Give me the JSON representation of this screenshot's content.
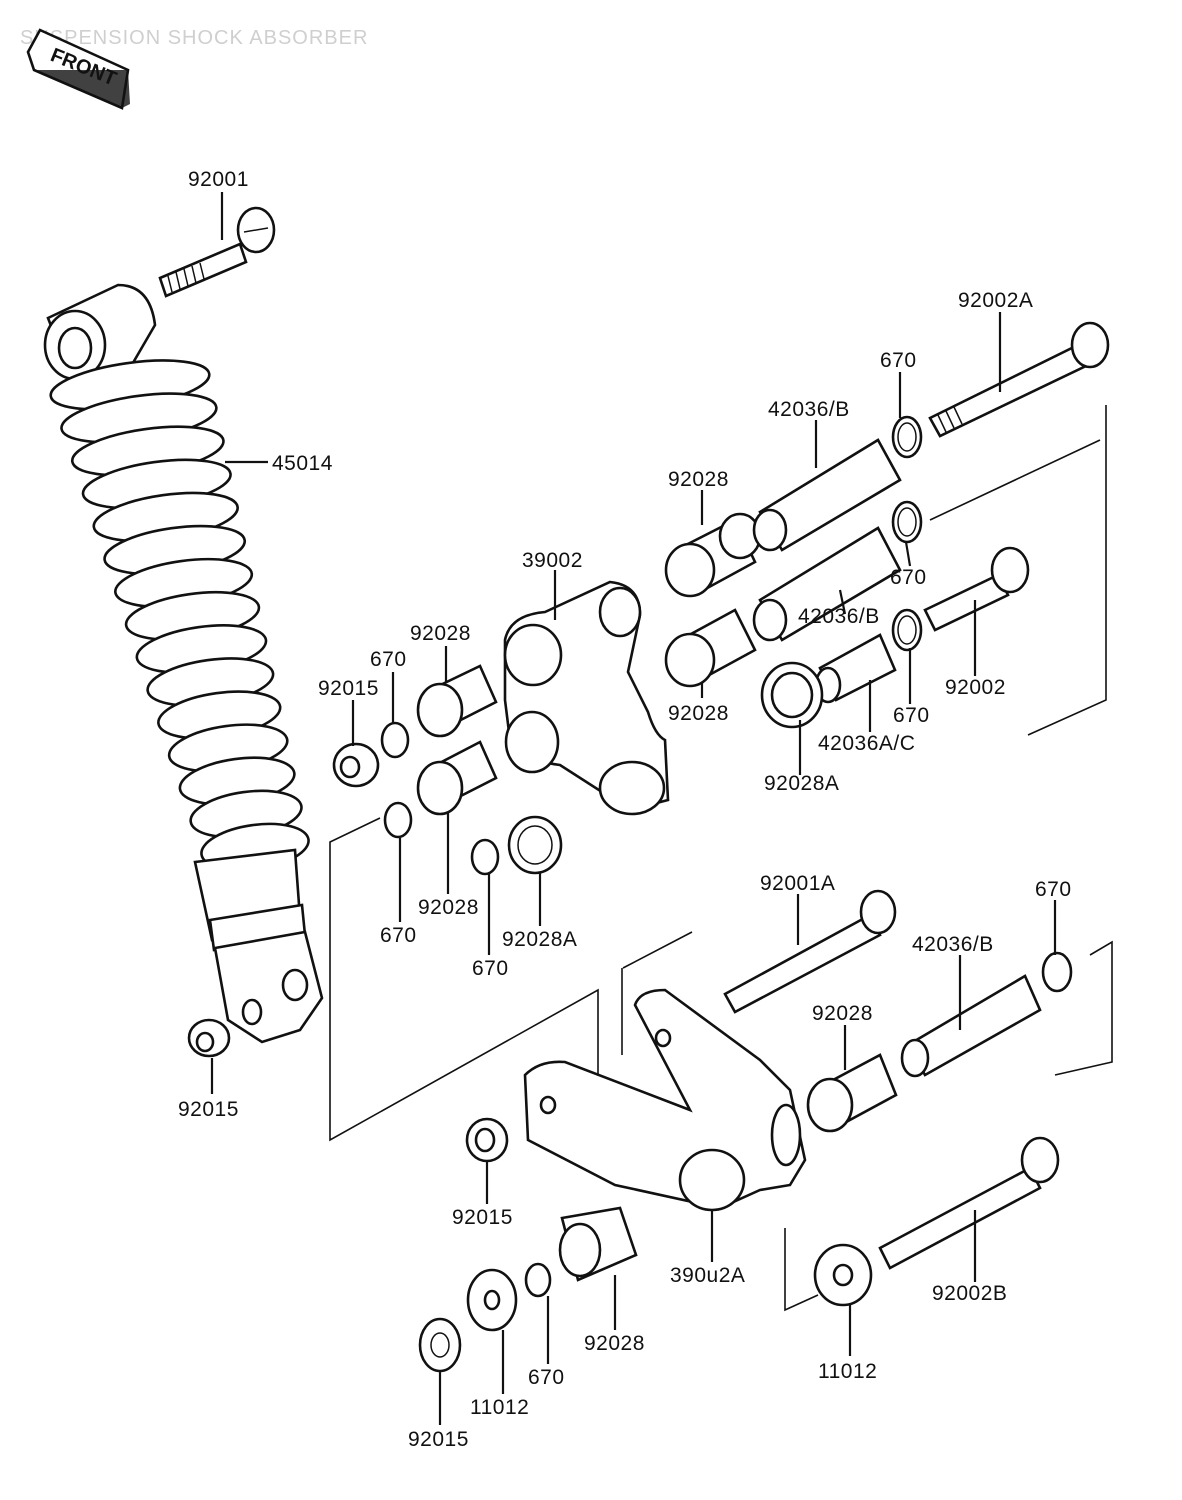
{
  "header": {
    "title": "SUSPENSION SHOCK ABSORBER",
    "front_badge": "FRONT"
  },
  "labels": {
    "p92001": "92001",
    "p45014": "45014",
    "p92015_shock": "92015",
    "p92002A": "92002A",
    "p670_top": "670",
    "p42036B_top": "42036/B",
    "p92028_top": "92028",
    "p39002": "39002",
    "p670_mid": "670",
    "p42036B_mid": "42036/B",
    "p92028_mid": "92028",
    "p92002": "92002",
    "p670_right": "670",
    "p42036AC": "42036A/C",
    "p92028A_right": "92028A",
    "p92028_left": "92028",
    "p670_left": "670",
    "p92015_left": "92015",
    "p670_lowleft": "670",
    "p92028_low": "92028",
    "p670_low": "670",
    "p92028A_low": "92028A",
    "p92001A": "92001A",
    "p670_arm": "670",
    "p42036B_arm": "42036/B",
    "p92028_arm": "92028",
    "p92015_arm": "92015",
    "p39002A": "390u2A",
    "p92002B": "92002B",
    "p92028_bottom": "92028",
    "p670_bottom": "670",
    "p11012_bottom": "11012",
    "p92015_bottom": "92015",
    "p11012_right": "11012"
  }
}
